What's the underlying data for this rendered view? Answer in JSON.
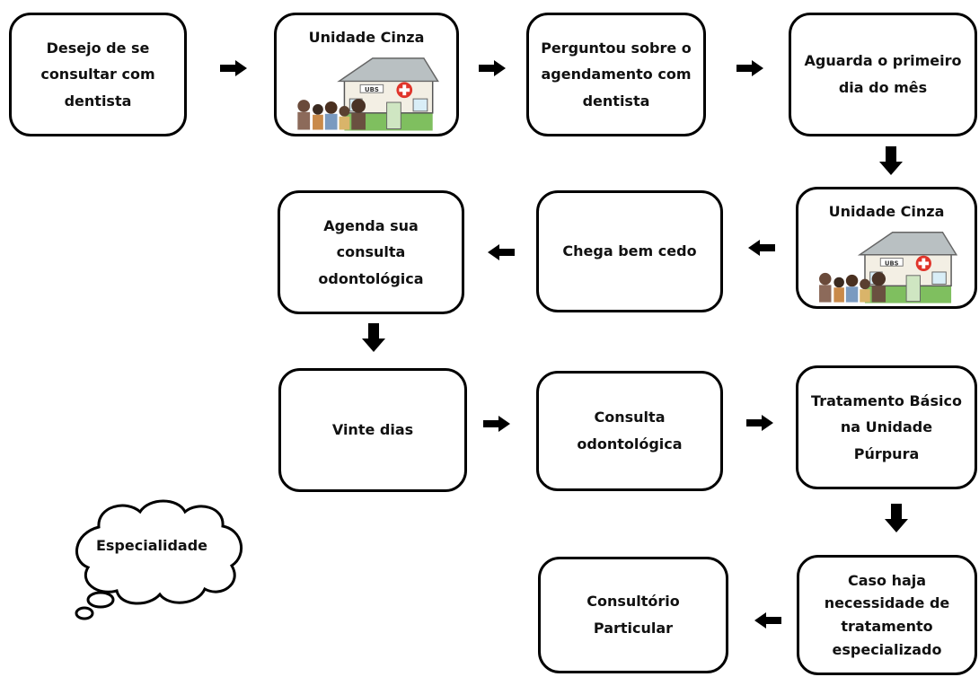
{
  "nodes": {
    "desejo": [
      "Desejo de se",
      "consultar com",
      "dentista"
    ],
    "unidade_cinza_1": [
      "Unidade Cinza"
    ],
    "perguntou": [
      "Perguntou sobre o",
      "agendamento com",
      "dentista"
    ],
    "aguarda": [
      "Aguarda o primeiro",
      "dia do mês"
    ],
    "unidade_cinza_2": [
      "Unidade Cinza"
    ],
    "chega": [
      "Chega bem cedo"
    ],
    "agenda": [
      "Agenda sua",
      "consulta",
      "odontológica"
    ],
    "vinte": [
      "Vinte dias"
    ],
    "consulta": [
      "Consulta",
      "odontológica"
    ],
    "tratamento": [
      "Tratamento Básico",
      "na Unidade",
      "Púrpura"
    ],
    "caso": [
      "Caso haja",
      "necessidade de",
      "tratamento",
      "especializado"
    ],
    "consultorio": [
      "Consultório",
      "Particular"
    ]
  },
  "building_label": "UBS",
  "cloud_label": "Especialidade",
  "colors": {
    "stroke": "#000000",
    "building_wall": "#f3efe4",
    "building_roof": "#b9c0c2",
    "building_base": "#7fbf5f",
    "cross_red": "#e0342a"
  }
}
